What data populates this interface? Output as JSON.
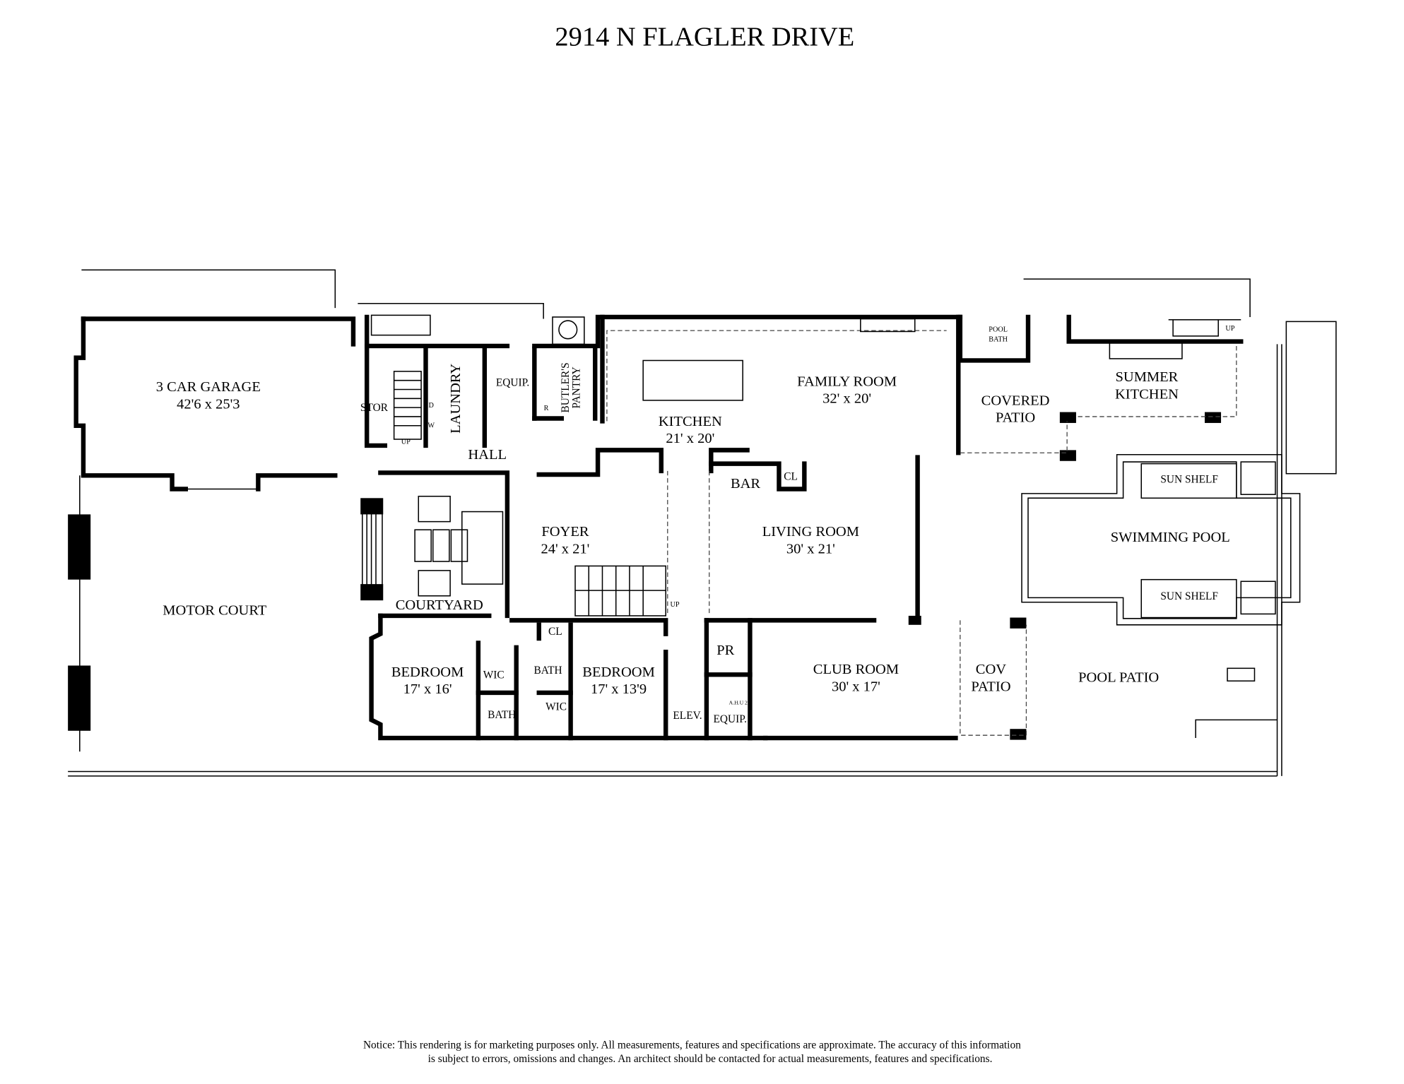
{
  "title": "2914 N FLAGLER DRIVE",
  "rooms": {
    "garage": {
      "name": "3 CAR GARAGE",
      "size": "42'6 x 25'3"
    },
    "stor": {
      "name": "STOR"
    },
    "laundry": {
      "name": "LAUNDRY",
      "d": "D",
      "w": "W"
    },
    "equip_top": {
      "name": "EQUIP."
    },
    "butlers_pantry": {
      "name1": "BUTLER'S",
      "name2": "PANTRY",
      "r": "R"
    },
    "kitchen": {
      "name": "KITCHEN",
      "size": "21' x 20'"
    },
    "family_room": {
      "name": "FAMILY ROOM",
      "size": "32' x 20'"
    },
    "pool_bath": {
      "name1": "POOL",
      "name2": "BATH"
    },
    "covered_patio": {
      "name1": "COVERED",
      "name2": "PATIO"
    },
    "summer_kitchen": {
      "name1": "SUMMER",
      "name2": "KITCHEN"
    },
    "hall": {
      "name": "HALL"
    },
    "bar": {
      "name": "BAR"
    },
    "cl_bar": {
      "name": "CL"
    },
    "foyer": {
      "name": "FOYER",
      "size": "24' x 21'"
    },
    "living_room": {
      "name": "LIVING ROOM",
      "size": "30' x 21'"
    },
    "swimming_pool": {
      "name": "SWIMMING POOL"
    },
    "sun_shelf_top": {
      "name": "SUN SHELF"
    },
    "sun_shelf_bottom": {
      "name": "SUN SHELF"
    },
    "motor_court": {
      "name": "MOTOR COURT"
    },
    "courtyard": {
      "name": "COURTYARD"
    },
    "bedroom1": {
      "name": "BEDROOM",
      "size": "17' x 16'"
    },
    "wic1": {
      "name": "WIC"
    },
    "bath1": {
      "name": "BATH"
    },
    "bath2": {
      "name": "BATH"
    },
    "cl_bed": {
      "name": "CL"
    },
    "wic2": {
      "name": "WIC"
    },
    "bedroom2": {
      "name": "BEDROOM",
      "size": "17' x 13'9"
    },
    "elev": {
      "name": "ELEV."
    },
    "pr": {
      "name": "PR"
    },
    "equip_bottom": {
      "name": "EQUIP.",
      "ahu": "A.H.U 2"
    },
    "club_room": {
      "name": "CLUB ROOM",
      "size": "30' x 17'"
    },
    "cov_patio": {
      "name1": "COV",
      "name2": "PATIO"
    },
    "pool_patio": {
      "name": "POOL PATIO"
    }
  },
  "stairs": {
    "up_main": "UP",
    "up_foyer": "UP",
    "up_summer": "UP"
  },
  "notice": {
    "line1": "Notice: This rendering is for marketing purposes only. All measurements, features and specifications are approximate. The accuracy of this information",
    "line2": "is subject to errors, omissions and changes. An architect should be contacted for actual measurements, features and specifications."
  }
}
